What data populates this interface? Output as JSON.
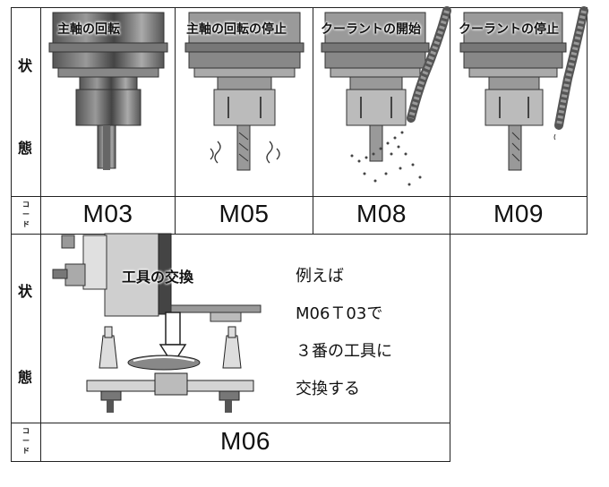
{
  "row_labels": {
    "state_1": "状",
    "state_2": "態",
    "code_label": [
      "コ",
      "ー",
      "ド"
    ]
  },
  "top_panels": [
    {
      "title": "主軸の回転",
      "code": "M03"
    },
    {
      "title": "主軸の回転の停止",
      "code": "M05"
    },
    {
      "title": "クーラントの開始",
      "code": "M08"
    },
    {
      "title": "クーラントの停止",
      "code": "M09"
    }
  ],
  "bottom_panel": {
    "title": "工具の交換",
    "code": "M06",
    "note_lines": [
      "例えば",
      "M06Ｔ03で",
      "３番の工具に",
      "交換する"
    ]
  }
}
